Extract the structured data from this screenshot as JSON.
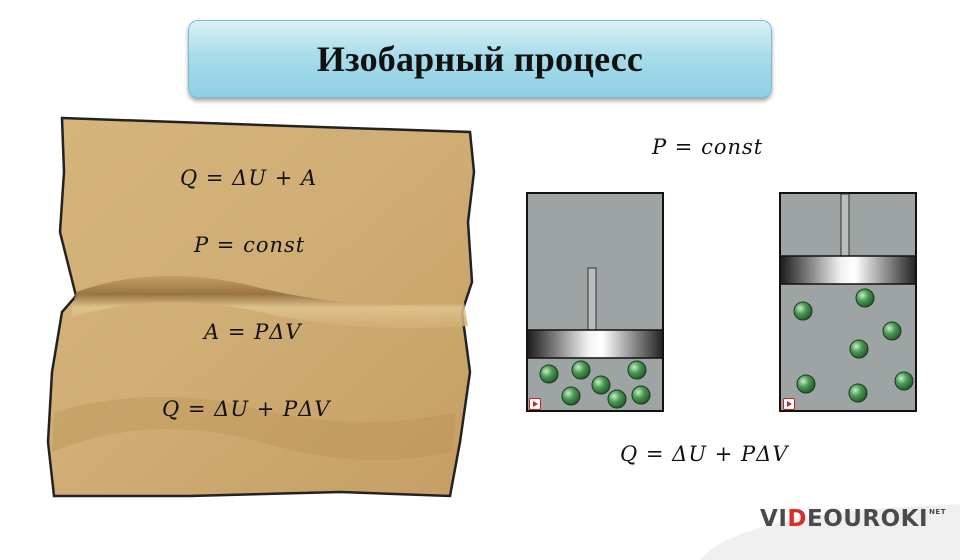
{
  "slide": {
    "title": "Изобарный процесс",
    "paper_formulas": [
      "Q = ΔU + A",
      "P = const",
      "A = PΔV",
      "Q = ΔU + PΔV"
    ],
    "right_top_formula": "P = const",
    "right_bottom_formula": "Q = ΔU + PΔV",
    "logo": {
      "part1": "VI",
      "accent": "D",
      "part2": "EOUROKI",
      "suffix": "NET"
    }
  },
  "colors": {
    "banner": "#a9dceb",
    "paper": "#caa56d",
    "cylinder_bg": "#9ea3a4",
    "molecule": "#4c9a55",
    "logo_accent": "#e02a2a"
  },
  "icons": [
    "play-icon",
    "play-icon"
  ]
}
